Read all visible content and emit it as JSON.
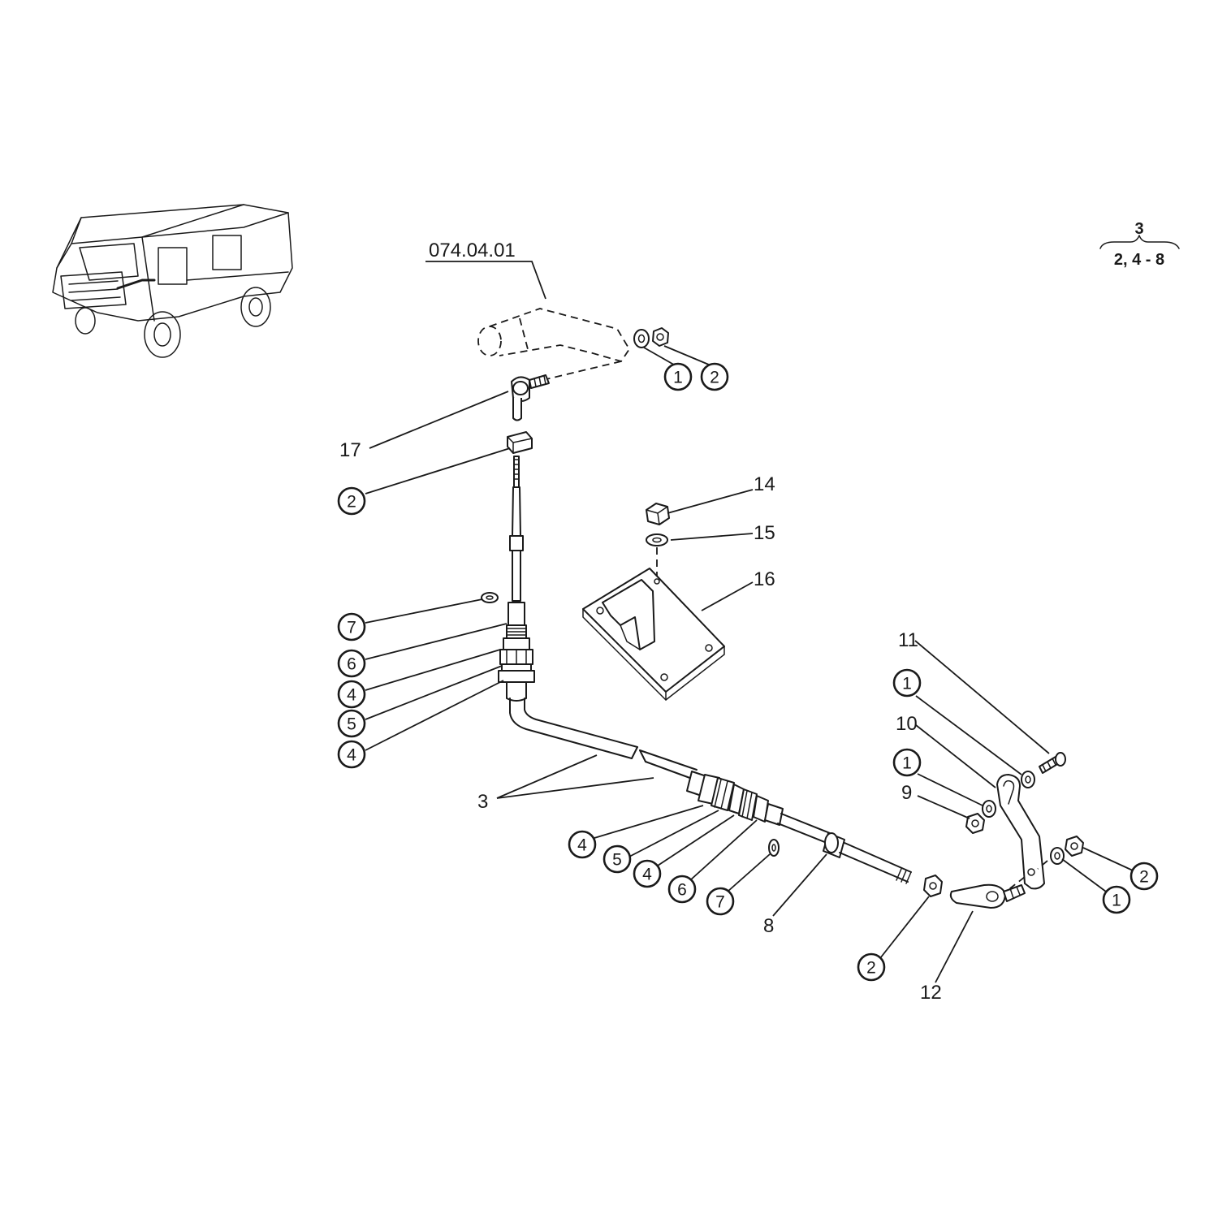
{
  "reference": {
    "assembly_code": "074.04.01",
    "range_top": "3",
    "range_bottom": "2, 4 - 8"
  },
  "callouts": {
    "c1a": "1",
    "c2a": "2",
    "c17": "17",
    "c2b": "2",
    "c14": "14",
    "c15": "15",
    "c16": "16",
    "c7a": "7",
    "c6a": "6",
    "c4a": "4",
    "c5a": "5",
    "c4b": "4",
    "c3": "3",
    "c4c": "4",
    "c5b": "5",
    "c4d": "4",
    "c6b": "6",
    "c7b": "7",
    "c8": "8",
    "c2c": "2",
    "c12": "12",
    "c11": "11",
    "c1b": "1",
    "c10": "10",
    "c1c": "1",
    "c9": "9",
    "c2d": "2",
    "c1d": "1"
  }
}
